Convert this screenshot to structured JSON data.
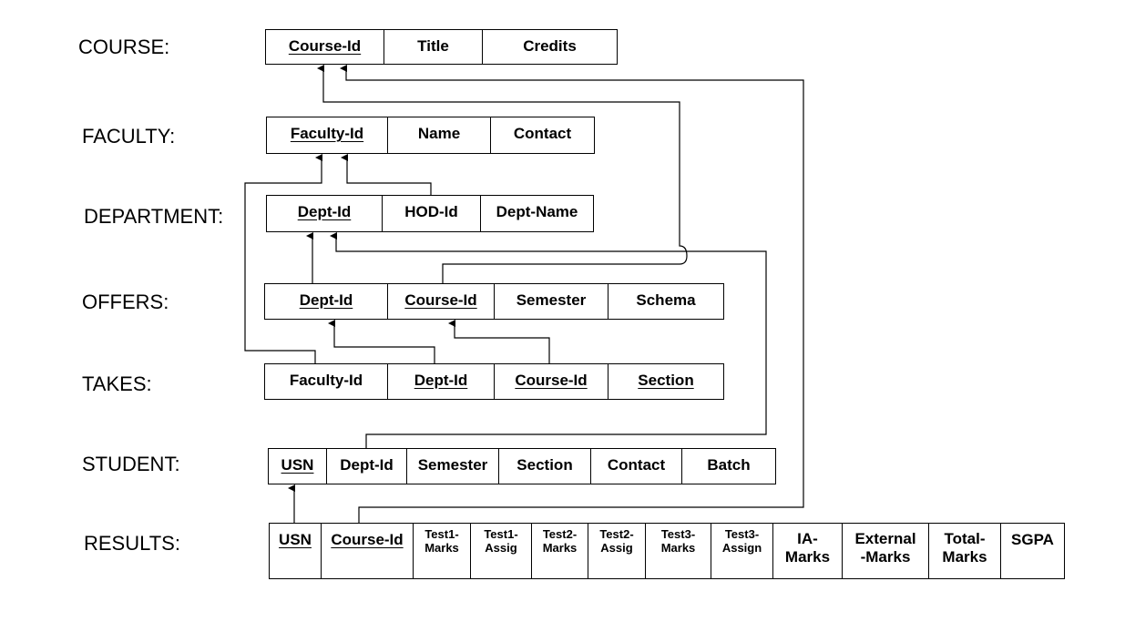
{
  "relations": [
    {
      "id": "course",
      "label": "COURSE:",
      "attributes": [
        {
          "name": "Course-Id",
          "key": true
        },
        {
          "name": "Title",
          "key": false
        },
        {
          "name": "Credits",
          "key": false
        }
      ]
    },
    {
      "id": "faculty",
      "label": "FACULTY:",
      "attributes": [
        {
          "name": "Faculty-Id",
          "key": true
        },
        {
          "name": "Name",
          "key": false
        },
        {
          "name": "Contact",
          "key": false
        }
      ]
    },
    {
      "id": "department",
      "label": "DEPARTMENT:",
      "attributes": [
        {
          "name": "Dept-Id",
          "key": true
        },
        {
          "name": "HOD-Id",
          "key": false
        },
        {
          "name": "Dept-Name",
          "key": false
        }
      ]
    },
    {
      "id": "offers",
      "label": "OFFERS:",
      "attributes": [
        {
          "name": "Dept-Id",
          "key": true
        },
        {
          "name": "Course-Id",
          "key": true
        },
        {
          "name": "Semester",
          "key": false
        },
        {
          "name": "Schema",
          "key": false
        }
      ]
    },
    {
      "id": "takes",
      "label": "TAKES:",
      "attributes": [
        {
          "name": "Faculty-Id",
          "key": false
        },
        {
          "name": "Dept-Id",
          "key": true
        },
        {
          "name": "Course-Id",
          "key": true
        },
        {
          "name": "Section",
          "key": true
        }
      ]
    },
    {
      "id": "student",
      "label": "STUDENT:",
      "attributes": [
        {
          "name": "USN",
          "key": true
        },
        {
          "name": "Dept-Id",
          "key": false
        },
        {
          "name": "Semester",
          "key": false
        },
        {
          "name": "Section",
          "key": false
        },
        {
          "name": "Contact",
          "key": false
        },
        {
          "name": "Batch",
          "key": false
        }
      ]
    },
    {
      "id": "results",
      "label": "RESULTS:",
      "attributes": [
        {
          "name": "USN",
          "key": true
        },
        {
          "name": "Course-Id",
          "key": true
        },
        {
          "name": "Test1-\nMarks",
          "key": false
        },
        {
          "name": "Test1-\nAssig",
          "key": false
        },
        {
          "name": "Test2-\nMarks",
          "key": false
        },
        {
          "name": "Test2-\nAssig",
          "key": false
        },
        {
          "name": "Test3-\nMarks",
          "key": false
        },
        {
          "name": "Test3-\nAssign",
          "key": false
        },
        {
          "name": "IA-\nMarks",
          "key": false
        },
        {
          "name": "External\n-Marks",
          "key": false
        },
        {
          "name": "Total-\nMarks",
          "key": false
        },
        {
          "name": "SGPA",
          "key": false
        }
      ]
    }
  ]
}
